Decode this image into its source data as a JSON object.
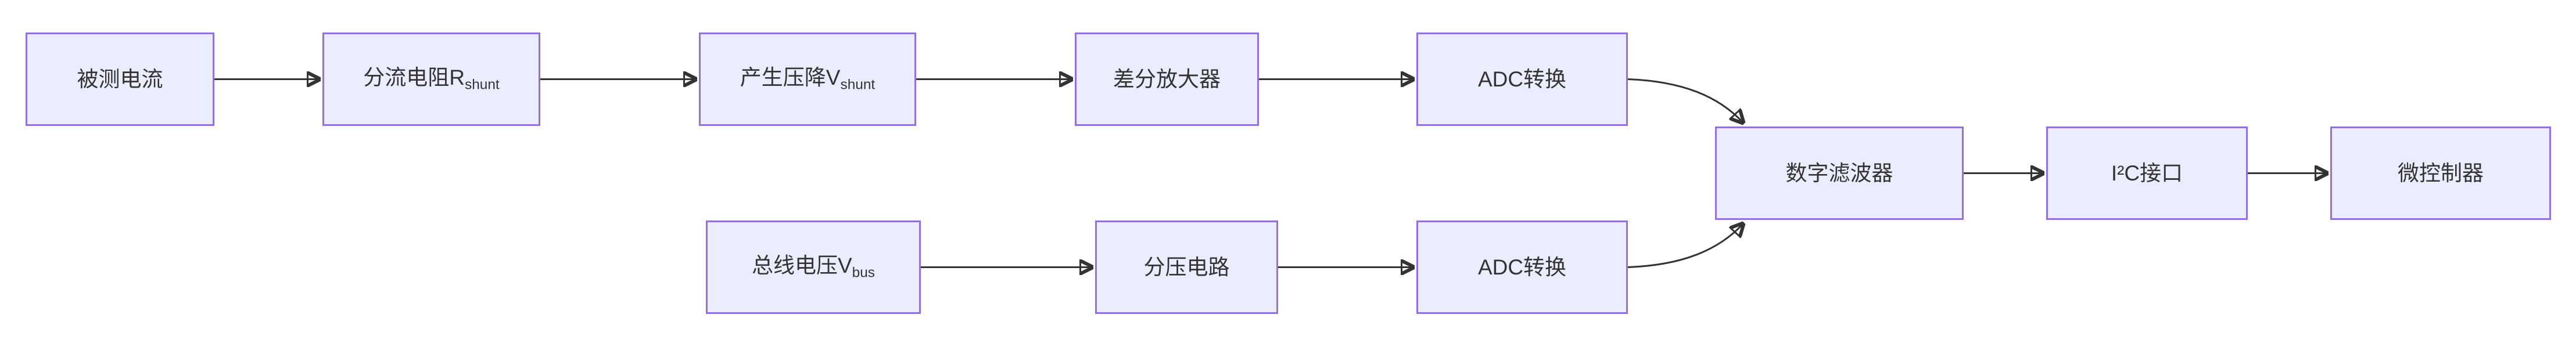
{
  "diagram": {
    "type": "flowchart-LR",
    "colors": {
      "node_fill": "#ECECFF",
      "node_border": "#9370DB",
      "edge_color": "#333333",
      "text_color": "#333333",
      "background": "#FFFFFF"
    },
    "nodes": {
      "measured_current": {
        "label": "被测电流"
      },
      "shunt_resistor": {
        "label": "分流电阻R",
        "sub": "shunt"
      },
      "shunt_voltage": {
        "label": "产生压降V",
        "sub": "shunt"
      },
      "diff_amplifier": {
        "label": "差分放大器"
      },
      "adc_current": {
        "label": "ADC转换"
      },
      "bus_voltage": {
        "label": "总线电压V",
        "sub": "bus"
      },
      "voltage_divider": {
        "label": "分压电路"
      },
      "adc_voltage": {
        "label": "ADC转换"
      },
      "digital_filter": {
        "label": "数字滤波器"
      },
      "i2c_interface": {
        "label": "I²C接口"
      },
      "microcontroller": {
        "label": "微控制器"
      }
    },
    "edges": [
      {
        "from": "measured_current",
        "to": "shunt_resistor"
      },
      {
        "from": "shunt_resistor",
        "to": "shunt_voltage"
      },
      {
        "from": "shunt_voltage",
        "to": "diff_amplifier"
      },
      {
        "from": "diff_amplifier",
        "to": "adc_current"
      },
      {
        "from": "adc_current",
        "to": "digital_filter"
      },
      {
        "from": "bus_voltage",
        "to": "voltage_divider"
      },
      {
        "from": "voltage_divider",
        "to": "adc_voltage"
      },
      {
        "from": "adc_voltage",
        "to": "digital_filter"
      },
      {
        "from": "digital_filter",
        "to": "i2c_interface"
      },
      {
        "from": "i2c_interface",
        "to": "microcontroller"
      }
    ]
  }
}
